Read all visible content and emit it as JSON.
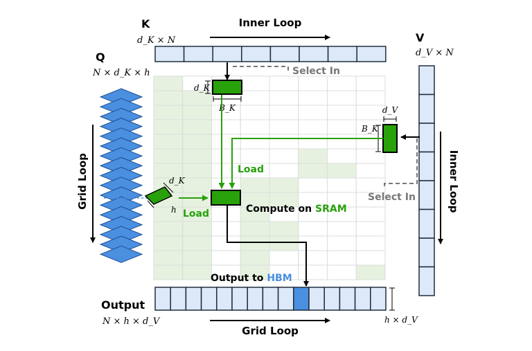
{
  "title": "",
  "labels": {
    "k_name": "K",
    "k_dims": "d_K × N",
    "q_name": "Q",
    "q_dims": "N × d_K × h",
    "v_name": "V",
    "v_dims": "d_V × N",
    "output_name": "Output",
    "output_dims": "N × h × d_V",
    "output_side_dims": "h × d_V",
    "inner_loop_top": "Inner Loop",
    "inner_loop_right": "Inner Loop",
    "grid_loop_left": "Grid Loop",
    "grid_loop_bottom": "Grid Loop",
    "select_in_top": "Select In",
    "select_in_right": "Select In",
    "load_top": "Load",
    "load_left": "Load",
    "compute_prefix": "Compute on ",
    "compute_highlight": "SRAM",
    "output_to_prefix": "Output to ",
    "output_to_highlight": "HBM",
    "k_block_dk": "d_K",
    "k_block_bk": "B_K",
    "v_block_dv": "d_V",
    "v_block_bk": "B_K",
    "q_block_dk": "d_K",
    "q_block_h": "h"
  },
  "colors": {
    "green": "#28a10b",
    "blue": "#4a8fe0",
    "light_blue": "#dde9f8",
    "light_green": "#e6f2df",
    "grid_line": "#dcdcdc",
    "gray": "#777777"
  }
}
